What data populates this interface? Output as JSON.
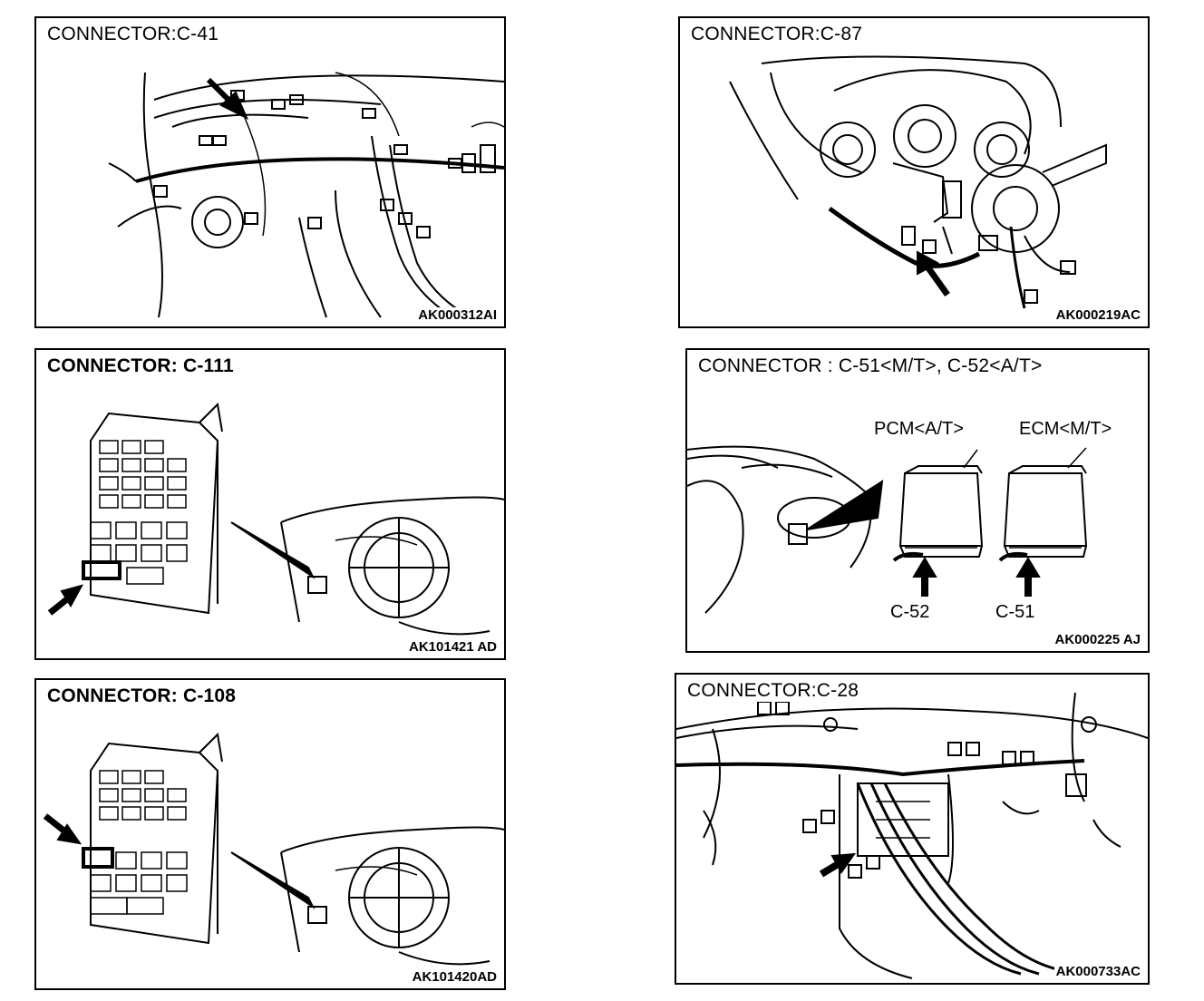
{
  "panels": {
    "c41": {
      "title": "CONNECTOR:C-41",
      "code": "AK000312AI"
    },
    "c87": {
      "title": "CONNECTOR:C-87",
      "code": "AK000219AC"
    },
    "c111": {
      "title": "CONNECTOR: C-111",
      "code": "AK101421 AD"
    },
    "c51": {
      "title": "CONNECTOR : C-51<M/T>, C-52<A/T>",
      "code": "AK000225 AJ",
      "labels": {
        "pcm": "PCM<A/T>",
        "ecm": "ECM<M/T>",
        "c52": "C-52",
        "c51": "C-51"
      }
    },
    "c108": {
      "title": "CONNECTOR: C-108",
      "code": "AK101420AD"
    },
    "c28": {
      "title": "CONNECTOR:C-28",
      "code": "AK000733AC"
    }
  }
}
